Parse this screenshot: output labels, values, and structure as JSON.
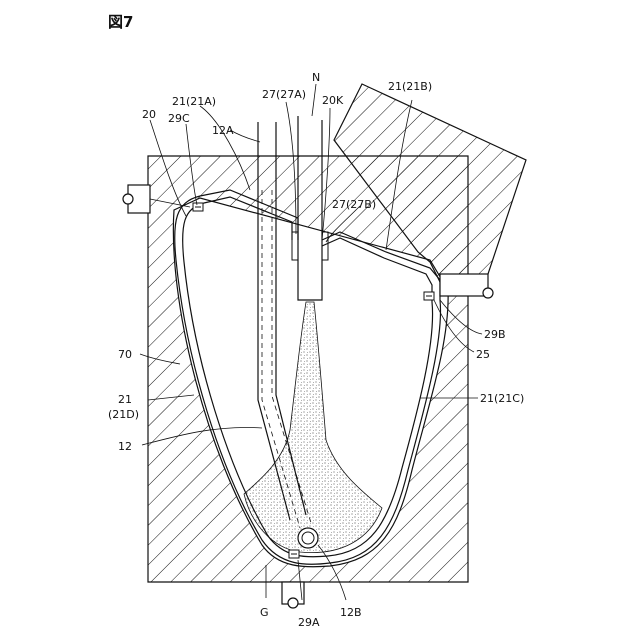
{
  "figure": {
    "title": "図7",
    "labels": {
      "n": "N",
      "l21a": "21(21A)",
      "l27a": "27(27A)",
      "l20k": "20K",
      "l21b": "21(21B)",
      "l20": "20",
      "l29c": "29C",
      "l12a": "12A",
      "l27b": "27(27B)",
      "l29b": "29B",
      "l25": "25",
      "l70": "70",
      "l21": "21",
      "l21d": "(21D)",
      "l21c": "21(21C)",
      "l12": "12",
      "lg": "G",
      "l29a": "29A",
      "l12b": "12B"
    }
  }
}
